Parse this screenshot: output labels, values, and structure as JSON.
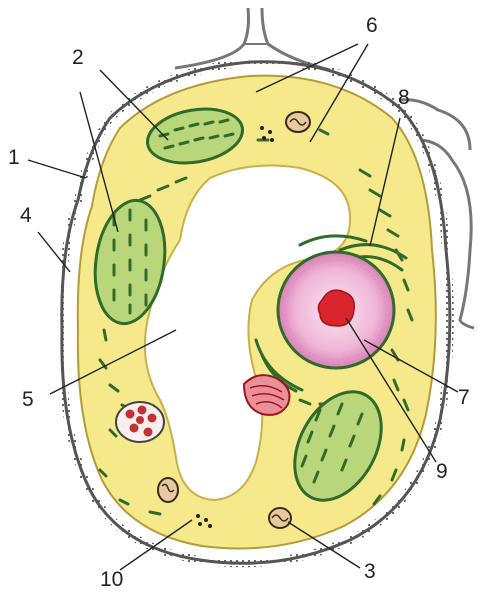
{
  "labels": {
    "l1": "1",
    "l2": "2",
    "l3": "3",
    "l4": "4",
    "l5": "5",
    "l6": "6",
    "l7": "7",
    "l8": "8",
    "l9": "9",
    "l10": "10"
  },
  "colors": {
    "cell_wall": "#6b6b6b",
    "cytoplasm": "#f5e98c",
    "chloroplast_fill": "#b9d77a",
    "chloroplast_grana": "#2f6b2b",
    "nucleus": "#f2c4dd",
    "nucleolus": "#d9262e",
    "vacuole": "#ffffff"
  }
}
